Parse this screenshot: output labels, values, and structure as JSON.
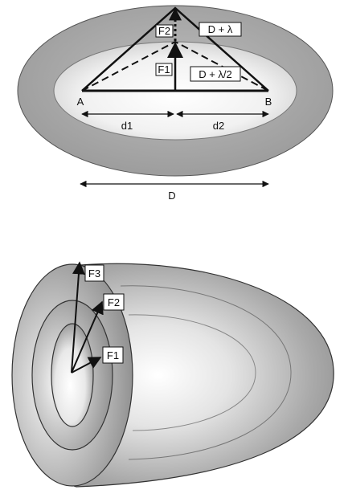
{
  "top_diagram": {
    "points": {
      "a": "A",
      "b": "B"
    },
    "segments": {
      "d1": "d1",
      "d2": "d2",
      "width": "D"
    },
    "zones": {
      "f1": "F1",
      "f2": "F2"
    },
    "paths": {
      "first_zone_edge": "D + λ/2",
      "second_zone_edge": "D + λ"
    }
  },
  "bottom_diagram": {
    "zones": {
      "f1": "F1",
      "f2": "F2",
      "f3": "F3"
    }
  },
  "colors": {
    "outer_ring": "#a8a8a8",
    "inner_zone": "#f3f3f3",
    "stroke": "#111111"
  }
}
